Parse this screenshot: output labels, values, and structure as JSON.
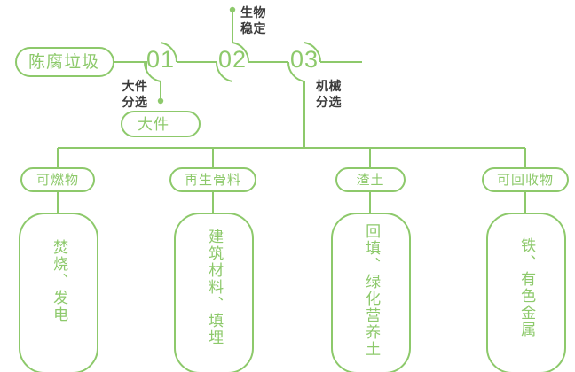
{
  "diagram": {
    "title_node": {
      "label": "陈腐垃圾"
    },
    "accent_color": "#8dc96b",
    "line_color": "#8dc96b",
    "annotation_color": "#3b3b3b",
    "background": "#ffffff",
    "steps": [
      {
        "number": "01",
        "annotation": "大件\n分选",
        "output": "大件"
      },
      {
        "number": "02",
        "annotation": "生物\n稳定",
        "output": ""
      },
      {
        "number": "03",
        "annotation": "机械\n分选",
        "output": ""
      }
    ],
    "step_labels": {
      "step1_number": "01",
      "step1_annotation_line1": "大件",
      "step1_annotation_line2": "分选",
      "step1_output_pill": "大件",
      "step2_number": "02",
      "step2_annotation_line1": "生物",
      "step2_annotation_line2": "稳定",
      "step3_number": "03",
      "step3_annotation_line1": "机械",
      "step3_annotation_line2": "分选"
    },
    "outputs": [
      {
        "category": "可燃物",
        "detail": "焚烧、发电"
      },
      {
        "category": "再生骨料",
        "detail": "建筑材料、填埋"
      },
      {
        "category": "渣土",
        "detail": "回填、绿化营养土"
      },
      {
        "category": "可回收物",
        "detail": "铁、有色金属"
      }
    ]
  }
}
